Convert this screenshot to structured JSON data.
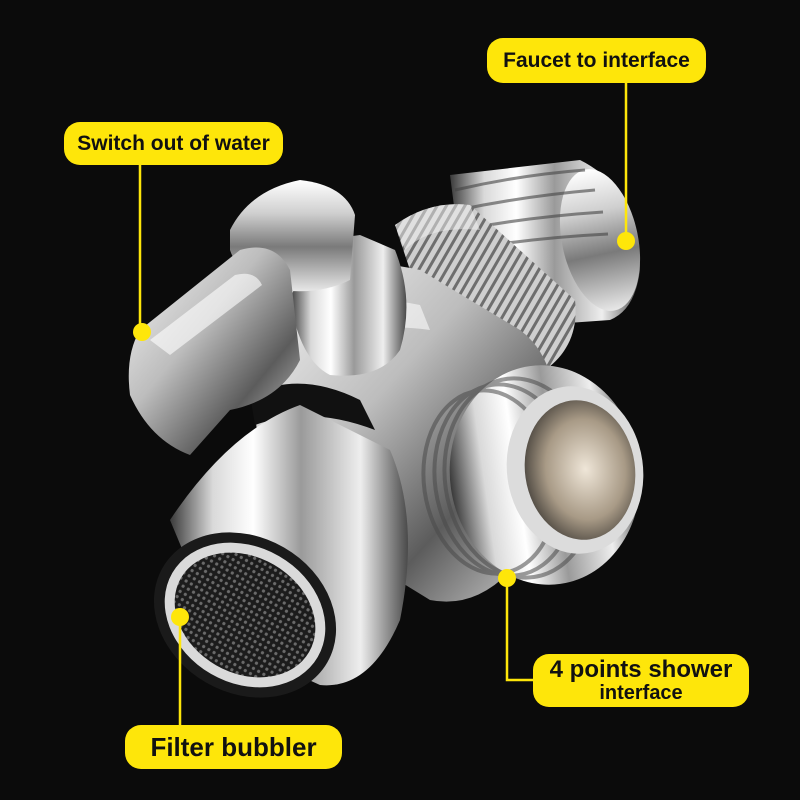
{
  "colors": {
    "background": "#0b0b0b",
    "label_background": "#fee60a",
    "label_text": "#111111",
    "leader_line": "#fee60a",
    "chrome_light": "#f4f4f4",
    "chrome_dark": "#2a2a2a"
  },
  "callouts": {
    "faucet": {
      "text": "Faucet to interface"
    },
    "switch": {
      "text": "Switch out of water"
    },
    "shower": {
      "line1": "4 points shower",
      "line2": "interface"
    },
    "filter": {
      "text": "Filter bubbler"
    }
  }
}
